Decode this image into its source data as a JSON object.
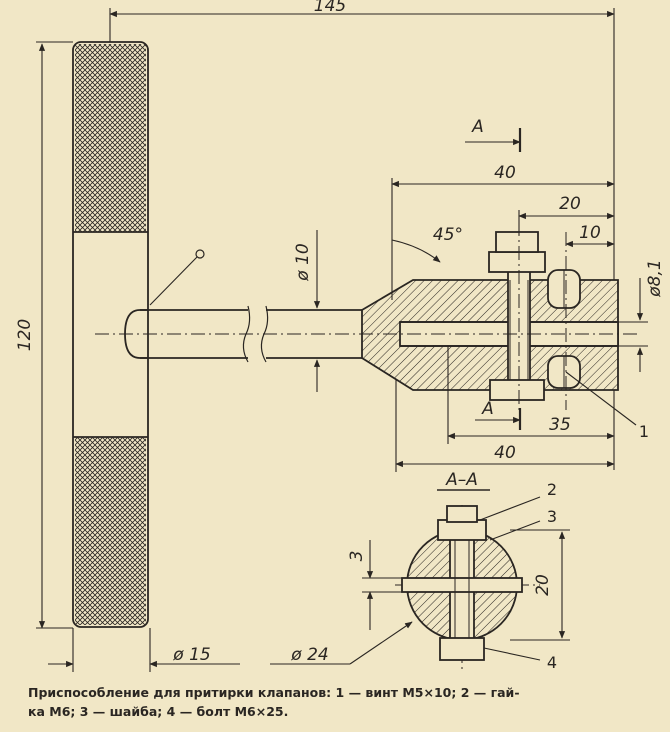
{
  "dimensions": {
    "overall_length": "145",
    "handle_height": "120",
    "section_a_top": "A",
    "section_a_bottom": "A",
    "d40_top": "40",
    "d20": "20",
    "d10": "10",
    "angle_45": "45°",
    "diam_rod": "ø 10",
    "diam_81": "ø8,1",
    "d35": "35",
    "d40_bottom": "40",
    "diam_15": "ø 15",
    "diam_24": "ø 24",
    "d3": "3",
    "d20_section": "20"
  },
  "section_title": "А–А",
  "callouts": [
    "1",
    "2",
    "3",
    "4"
  ],
  "caption": {
    "line1": "Приспособление для притирки клапанов: 1 — винт М5×10; 2 — гай-",
    "line2": "ка М6; 3 — шайба; 4 — болт М6×25."
  },
  "colors": {
    "paper": "#f1e7c6",
    "ink": "#2a2622"
  }
}
